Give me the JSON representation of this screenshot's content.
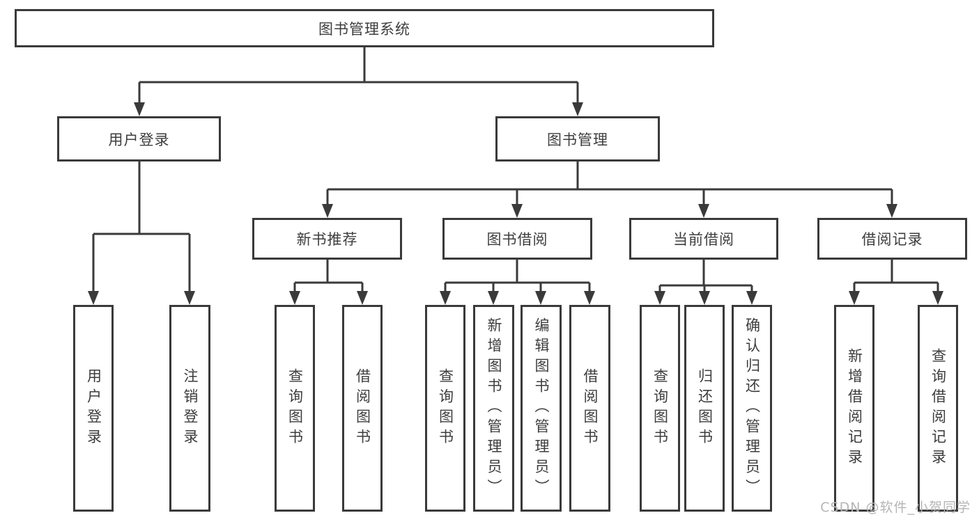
{
  "diagram": {
    "root": {
      "label": "图书管理系统"
    },
    "level2": [
      {
        "label": "用户登录"
      },
      {
        "label": "图书管理"
      }
    ],
    "level3": [
      {
        "label": "新书推荐"
      },
      {
        "label": "图书借阅"
      },
      {
        "label": "当前借阅"
      },
      {
        "label": "借阅记录"
      }
    ],
    "leaves": [
      {
        "label": "用户登录"
      },
      {
        "label": "注销登录"
      },
      {
        "label": "查询图书"
      },
      {
        "label": "借阅图书"
      },
      {
        "label": "查询图书"
      },
      {
        "label": "新增图书（管理员）"
      },
      {
        "label": "编辑图书（管理员）"
      },
      {
        "label": "借阅图书"
      },
      {
        "label": "查询图书"
      },
      {
        "label": "归还图书"
      },
      {
        "label": "确认归还（管理员）"
      },
      {
        "label": "新增借阅记录"
      },
      {
        "label": "查询借阅记录"
      }
    ]
  },
  "watermark": {
    "text": "CSDN @软件_小贺同学"
  },
  "colors": {
    "line": "#3a3a3a",
    "text": "#3d3d3d",
    "background": "#ffffff",
    "watermark": "#b5b5b5"
  }
}
